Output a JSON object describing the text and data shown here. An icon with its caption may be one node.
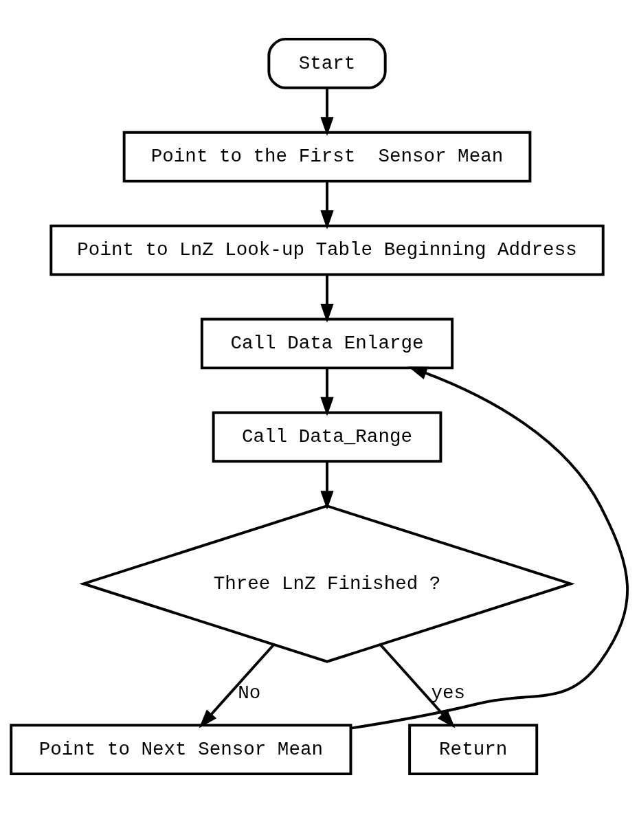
{
  "diagram": {
    "nodes": [
      {
        "text": [
          "Start"
        ]
      },
      {
        "text": [
          "Point to the First  Sensor Mean"
        ]
      },
      {
        "text": [
          "Point to LnZ Look-up Table Beginning Address"
        ]
      },
      {
        "text": [
          "Call Data Enlarge"
        ]
      },
      {
        "text": [
          "Call Data_Range"
        ]
      },
      {
        "text": [
          "Three LnZ Finished ?"
        ]
      },
      {
        "text": [
          "Point to Next Sensor Mean"
        ]
      },
      {
        "text": [
          "Return"
        ]
      }
    ],
    "edges": [
      {
        "from": 0,
        "to": 1,
        "arrow": "to"
      },
      {
        "from": 1,
        "to": 2,
        "arrow": "to"
      },
      {
        "from": 2,
        "to": 3,
        "arrow": "to"
      },
      {
        "from": 3,
        "to": 4,
        "arrow": "to"
      },
      {
        "from": 4,
        "to": 5,
        "arrow": "to"
      },
      {
        "from": 5,
        "to": 6,
        "label": "No",
        "arrow": "to"
      },
      {
        "from": 6,
        "to": 3,
        "arrow": "to"
      },
      {
        "from": 5,
        "to": 7,
        "label": "yes",
        "arrow": "to"
      }
    ]
  }
}
